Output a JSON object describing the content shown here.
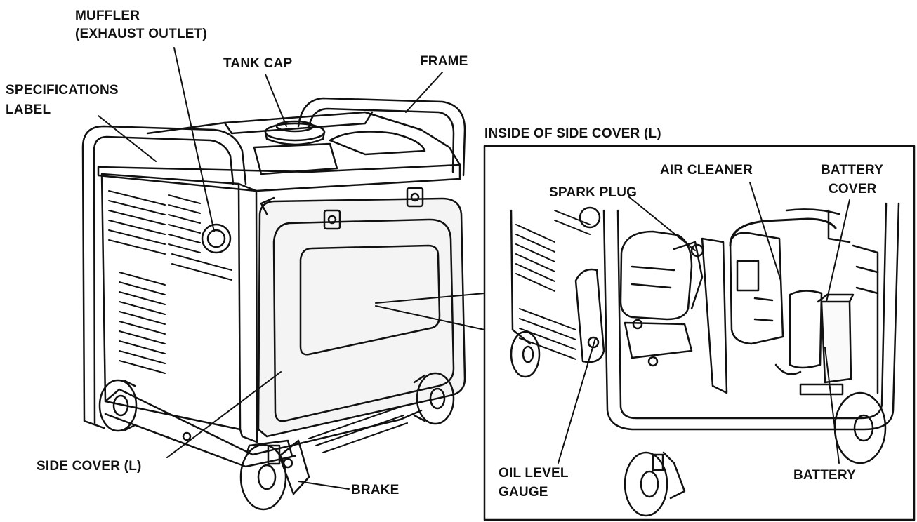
{
  "labels": {
    "muffler": "MUFFLER",
    "muffler_sub": "(EXHAUST OUTLET)",
    "tank_cap": "TANK CAP",
    "frame": "FRAME",
    "spec_label_1": "SPECIFICATIONS",
    "spec_label_2": "LABEL",
    "inside_title": "INSIDE OF SIDE COVER (L)",
    "air_cleaner": "AIR CLEANER",
    "battery_cover_1": "BATTERY",
    "battery_cover_2": "COVER",
    "spark_plug": "SPARK PLUG",
    "side_cover": "SIDE COVER (L)",
    "brake": "BRAKE",
    "oil_gauge_1": "OIL LEVEL",
    "oil_gauge_2": "GAUGE",
    "battery": "BATTERY"
  },
  "colors": {
    "ink": "#111111",
    "paper": "#ffffff",
    "cover_fill": "#f2f2f2"
  }
}
